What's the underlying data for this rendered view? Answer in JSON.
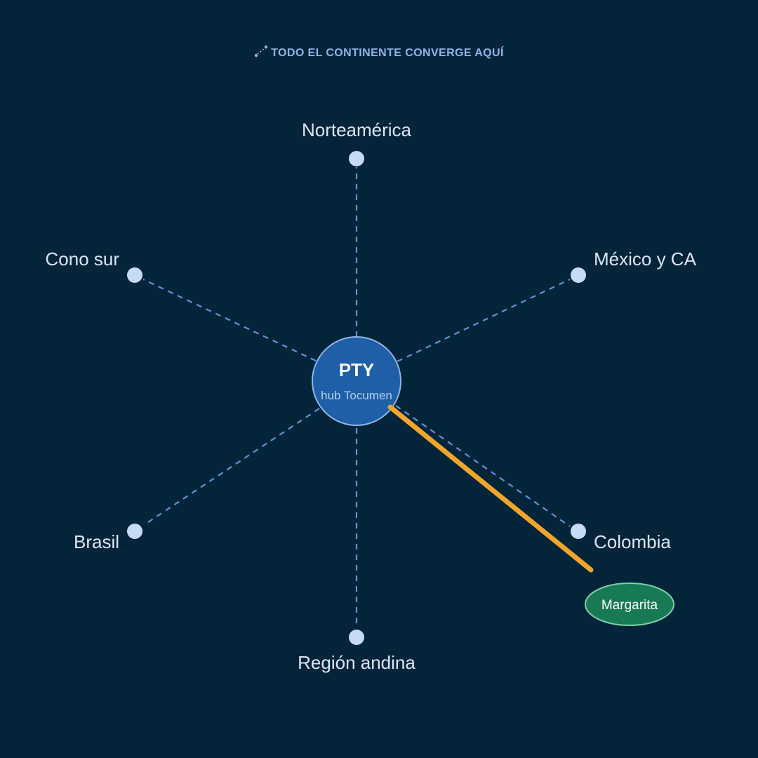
{
  "header": {
    "icon": "route-icon",
    "text": "TODO EL CONTINENTE CONVERGE AQUÍ"
  },
  "hub": {
    "code": "PTY",
    "subtitle": "hub Tocumen"
  },
  "destinations": [
    {
      "key": "north",
      "label": "Norteamérica"
    },
    {
      "key": "mexico",
      "label": "México y CA"
    },
    {
      "key": "colombia",
      "label": "Colombia"
    },
    {
      "key": "andes",
      "label": "Región andina"
    },
    {
      "key": "brasil",
      "label": "Brasil"
    },
    {
      "key": "conosur",
      "label": "Cono sur"
    }
  ],
  "highlight_route": {
    "label": "Margarita"
  },
  "colors": {
    "background": "#04243a",
    "hub_fill": "#1e5fa8",
    "hub_stroke": "#8fb6e8",
    "dash_line": "#5e95d6",
    "node_dot": "#c6dbf5",
    "route": "#f1a629",
    "badge_fill": "#187a55",
    "badge_stroke": "#7ed0a8"
  }
}
